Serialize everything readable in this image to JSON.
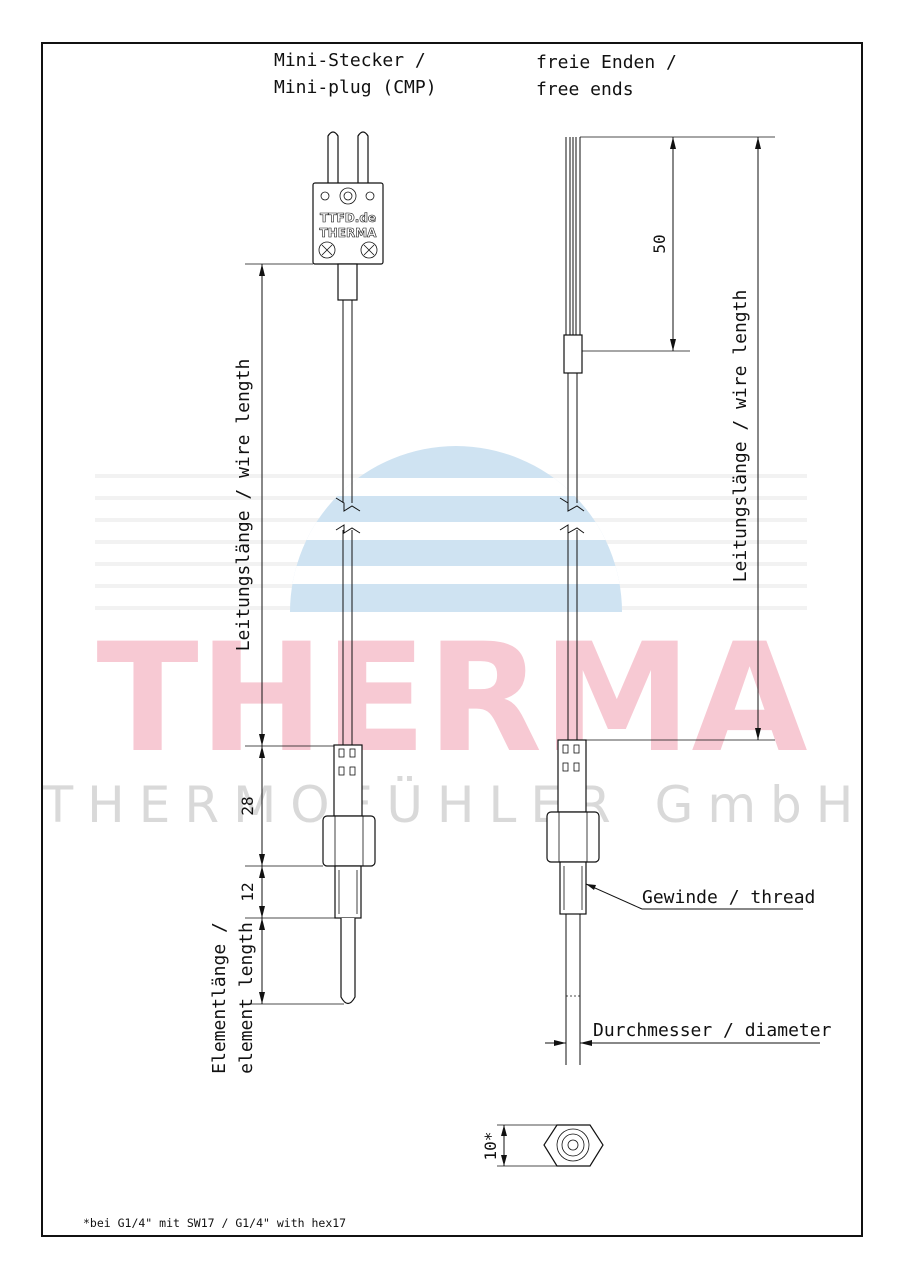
{
  "watermark": {
    "brand": "THERMA",
    "subtitle": "THERMOFÜHLER GmbH"
  },
  "left_view": {
    "title_line1": "Mini-Stecker /",
    "title_line2": "Mini-plug (CMP)",
    "plug_text1": "TTFD.de",
    "plug_text2": "THERMA",
    "dim_wire_length": "Leitungslänge / wire length",
    "dim_28": "28",
    "dim_12": "12",
    "dim_element_line1": "Elementlänge /",
    "dim_element_line2": "element length"
  },
  "right_view": {
    "title_line1": "freie Enden /",
    "title_line2": "free ends",
    "dim_50": "50",
    "dim_wire_length": "Leitungslänge / wire length",
    "label_thread": "Gewinde / thread",
    "label_diameter": "Durchmesser / diameter"
  },
  "hex_view": {
    "dim_hex": "10*"
  },
  "footnote": "*bei G1/4\" mit SW17 / G1/4\" with hex17"
}
